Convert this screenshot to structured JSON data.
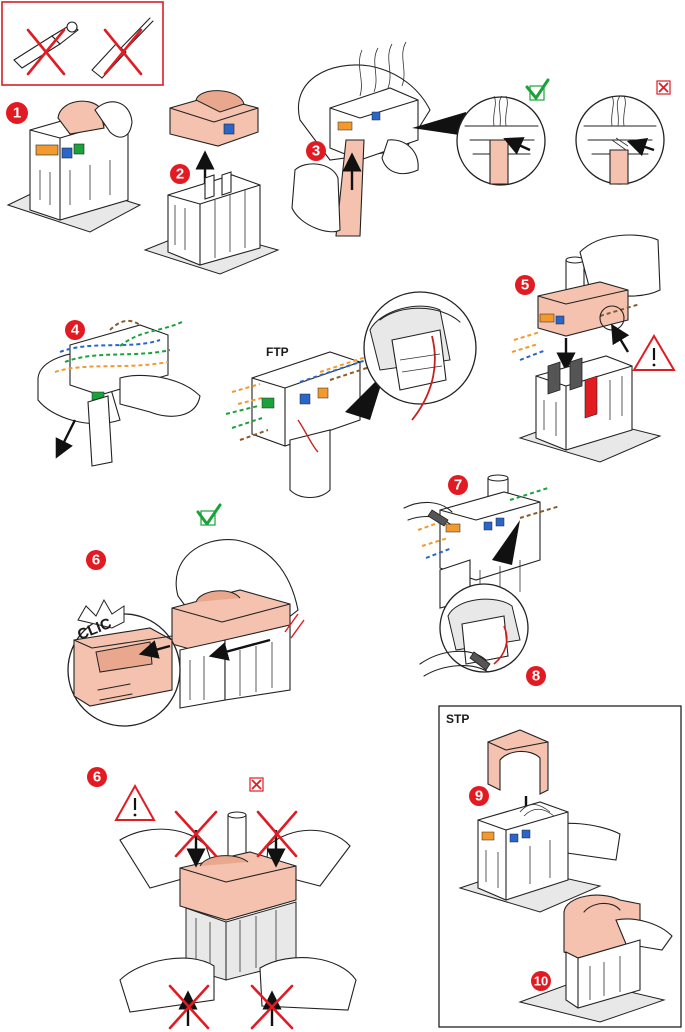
{
  "labels": {
    "ftp": "FTP",
    "stp": "STP",
    "clic": "CLIC"
  },
  "steps": {
    "s1": "1",
    "s2": "2",
    "s3": "3",
    "s4": "4",
    "s5": "5",
    "s6a": "6",
    "s6b": "6",
    "s7": "7",
    "s8": "8",
    "s9": "9",
    "s10": "10"
  },
  "colors": {
    "badge": "#e21b23",
    "housing": "#f4c2ae",
    "check": "#1aa33a",
    "cross": "#e21b23",
    "wire_orange": "#f29a2e",
    "wire_green": "#1aa33a",
    "wire_blue": "#2a66c9",
    "wire_brown": "#8a5a2b"
  },
  "icons": [
    "no-tools-icon",
    "check-icon",
    "cross-icon",
    "warning-icon"
  ]
}
